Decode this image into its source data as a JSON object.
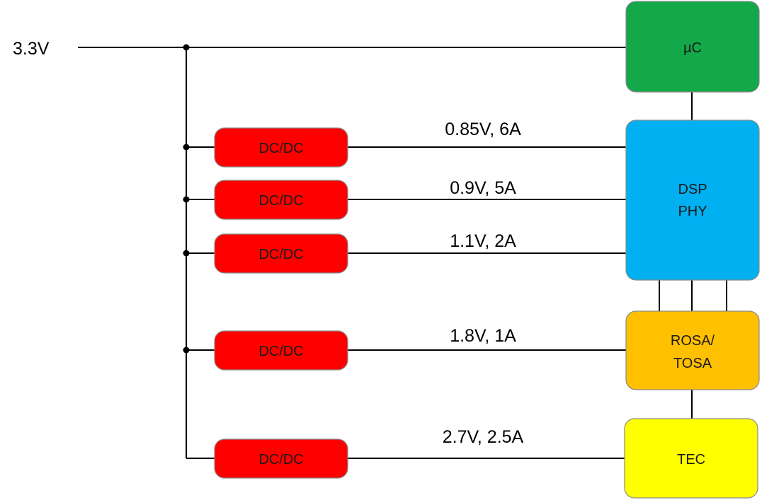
{
  "input": {
    "label": "3.3V"
  },
  "converters": [
    {
      "label": "DC/DC",
      "output": "0.85V, 6A",
      "target": "dsp"
    },
    {
      "label": "DC/DC",
      "output": "0.9V, 5A",
      "target": "dsp"
    },
    {
      "label": "DC/DC",
      "output": "1.1V, 2A",
      "target": "dsp"
    },
    {
      "label": "DC/DC",
      "output": "1.8V, 1A",
      "target": "rosa_tosa"
    },
    {
      "label": "DC/DC",
      "output": "2.7V, 2.5A",
      "target": "tec"
    }
  ],
  "loads": {
    "uc": {
      "label": "µC",
      "color": "#13a849"
    },
    "dsp": {
      "line1": "DSP",
      "line2": "PHY",
      "color": "#00b0f0"
    },
    "rosa_tosa": {
      "line1": "ROSA/",
      "line2": "TOSA",
      "color": "#ffc000"
    },
    "tec": {
      "label": "TEC",
      "color": "#ffff00"
    }
  },
  "colors": {
    "converter": "#ff0000",
    "wire": "#000000"
  }
}
